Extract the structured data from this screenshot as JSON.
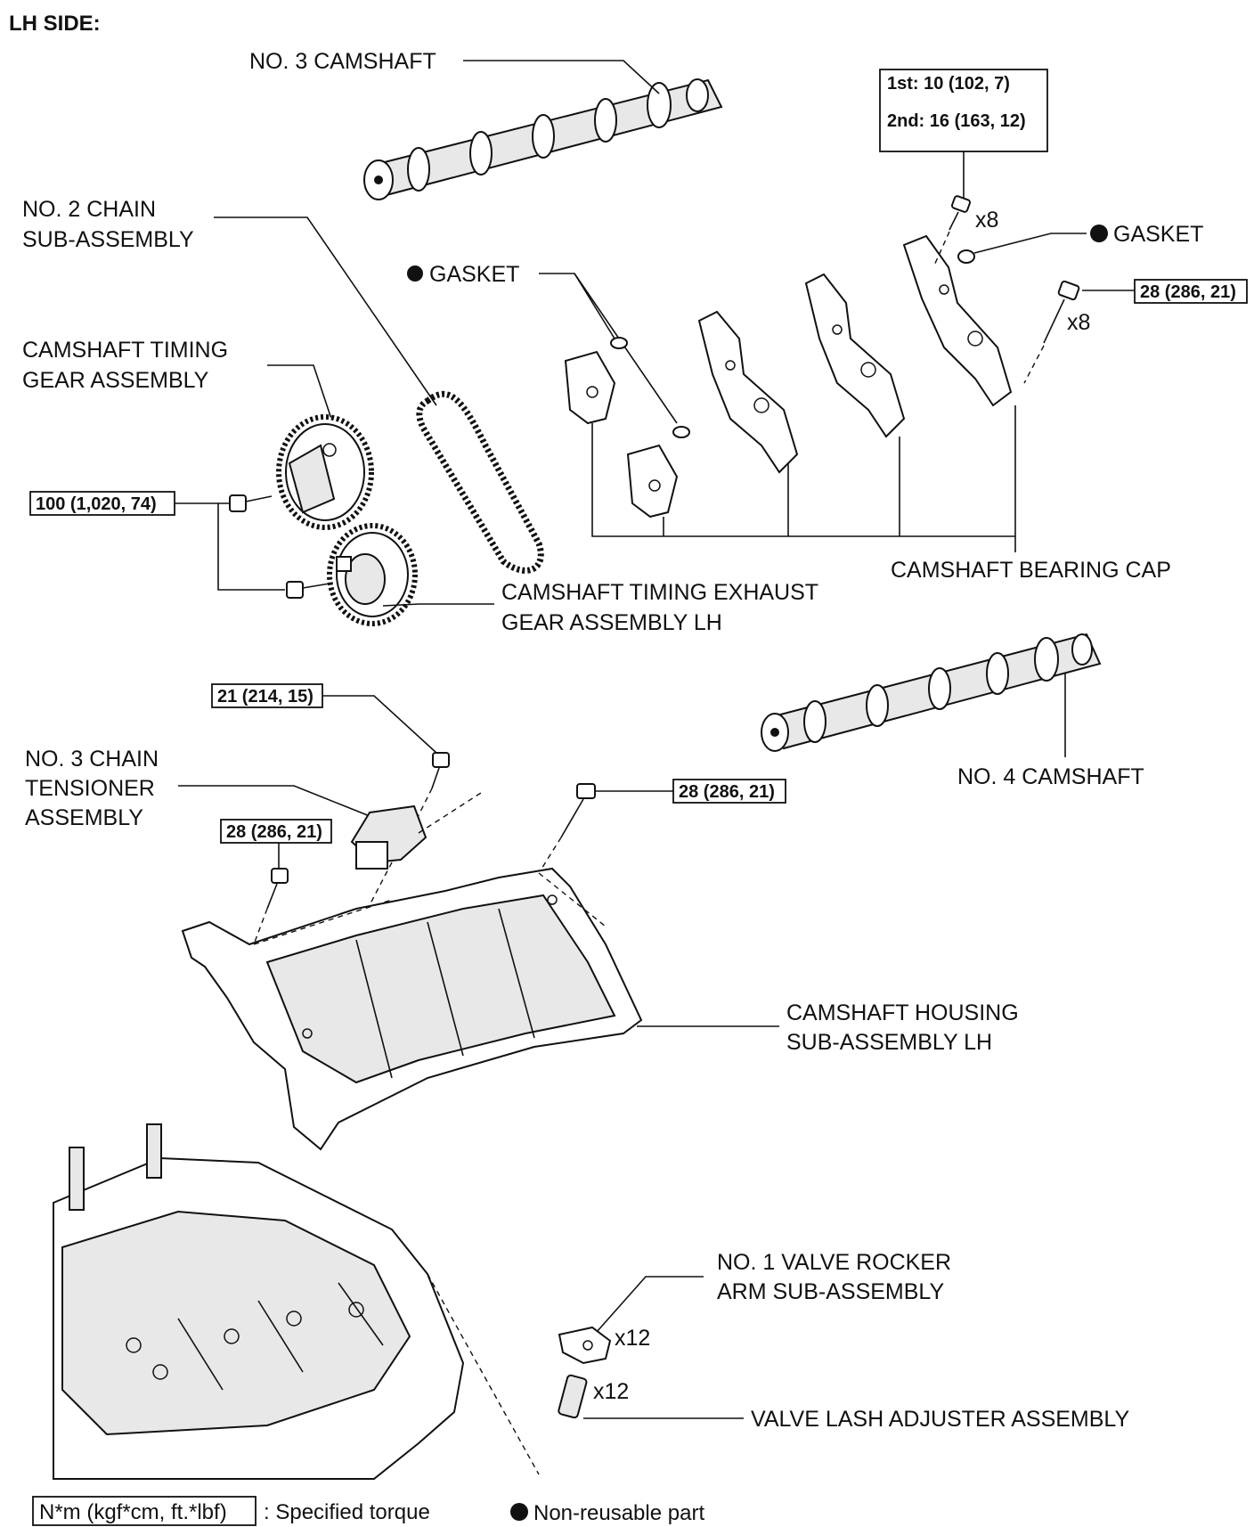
{
  "header": {
    "title": "LH SIDE:"
  },
  "labels": {
    "no3_camshaft": "NO. 3 CAMSHAFT",
    "no2_chain_1": "NO. 2 CHAIN",
    "no2_chain_2": "SUB-ASSEMBLY",
    "gasket_left": "GASKET",
    "gasket_right": "GASKET",
    "timing_gear_1": "CAMSHAFT TIMING",
    "timing_gear_2": "GEAR ASSEMBLY",
    "exhaust_gear_1": "CAMSHAFT TIMING EXHAUST",
    "exhaust_gear_2": "GEAR ASSEMBLY LH",
    "bearing_cap": "CAMSHAFT BEARING CAP",
    "no4_camshaft": "NO. 4 CAMSHAFT",
    "tensioner_1": "NO. 3 CHAIN",
    "tensioner_2": "TENSIONER",
    "tensioner_3": "ASSEMBLY",
    "housing_1": "CAMSHAFT HOUSING",
    "housing_2": "SUB-ASSEMBLY LH",
    "rocker_1": "NO. 1 VALVE ROCKER",
    "rocker_2": "ARM SUB-ASSEMBLY",
    "lash_adjuster": "VALVE LASH ADJUSTER ASSEMBLY"
  },
  "quantities": {
    "cap_bolt_upper": "x8",
    "cap_bolt_lower": "x8",
    "rocker": "x12",
    "lash": "x12"
  },
  "torques": {
    "cap_1st": "1st: 10 (102, 7)",
    "cap_2nd": "2nd: 16 (163, 12)",
    "cap_side": "28 (286, 21)",
    "gear": "100 (1,020, 74)",
    "tensioner": "21 (214, 15)",
    "housing_left": "28 (286, 21)",
    "housing_right": "28 (286, 21)"
  },
  "legend": {
    "torque_box": "N*m (kgf*cm, ft.*lbf)",
    "torque_text": ": Specified torque",
    "nonreusable_text": "Non-reusable part"
  }
}
